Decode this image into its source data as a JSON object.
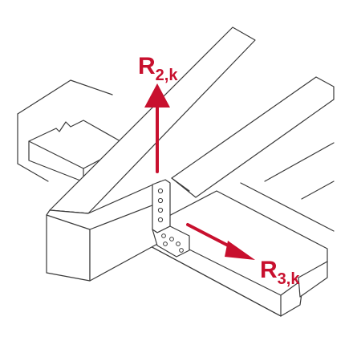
{
  "figure": {
    "labels": {
      "r2_main": "R",
      "r2_sub": "2,k",
      "r3_main": "R",
      "r3_sub": "3,k"
    },
    "colors": {
      "force_arrow": "#c8102e",
      "line_art": "#3a3a3a",
      "background": "#ffffff"
    },
    "arrows": [
      {
        "name": "R2,k",
        "direction": "up"
      },
      {
        "name": "R3,k",
        "direction": "along-beam-down-right"
      }
    ]
  }
}
